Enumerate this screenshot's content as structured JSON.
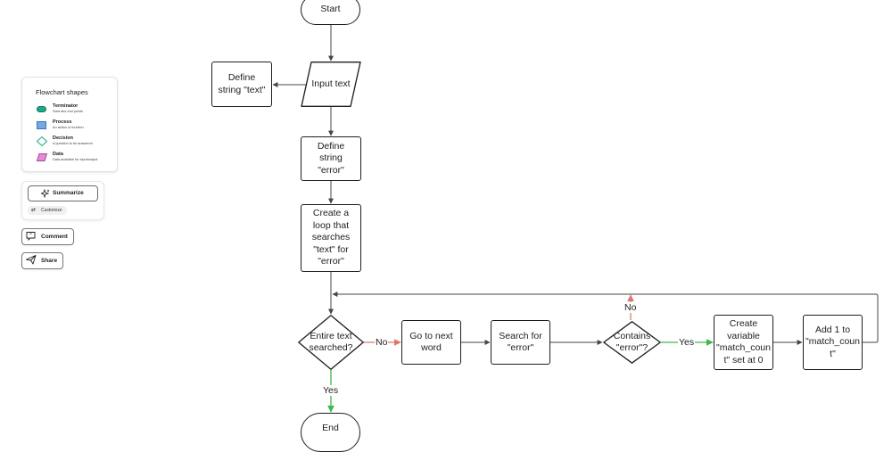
{
  "legend": {
    "title": "Flowchart shapes",
    "items": [
      {
        "name": "Terminator",
        "desc": "Start and end points",
        "color": "#1aa98a",
        "border": "#0e7a62",
        "shape": "pill"
      },
      {
        "name": "Process",
        "desc": "An action or function",
        "color": "#74a9e6",
        "border": "#3b74b8",
        "shape": "rect"
      },
      {
        "name": "Decision",
        "desc": "A question to be answered",
        "color": "#ffffff",
        "border": "#1aa98a",
        "shape": "diamond"
      },
      {
        "name": "Data",
        "desc": "Data available for input/output",
        "color": "#e58ad6",
        "border": "#a94a99",
        "shape": "parallelogram"
      }
    ]
  },
  "tools": {
    "summarize_label": "Summarize",
    "customize_label": "Customize",
    "comment_label": "Comment",
    "share_label": "Share"
  },
  "flowchart": {
    "nodes": {
      "start": "Start",
      "input_text": "Input text",
      "define_text": "Define string \"text\"",
      "define_error": "Define string \"error\"",
      "create_loop": "Create a loop that searches \"text\" for \"error\"",
      "entire_searched": "Entire text searched?",
      "next_word": "Go to next word",
      "search_error": "Search for \"error\"",
      "contains_error": "Contains \"error\"?",
      "create_variable": "Create variable \"match_count\" set at 0",
      "add_one": "Add 1 to \"match_count\"",
      "end": "End"
    },
    "edge_labels": {
      "entire_no": "No",
      "entire_yes": "Yes",
      "contains_no": "No",
      "contains_yes": "Yes"
    },
    "colors": {
      "line": "#444444",
      "yes": "#3fb94a",
      "no": "#e0786e"
    }
  }
}
